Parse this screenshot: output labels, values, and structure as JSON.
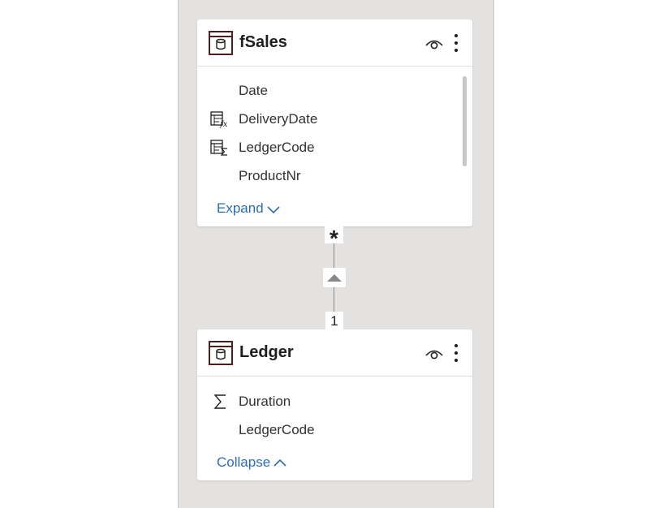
{
  "tables": [
    {
      "name": "fSales",
      "fields": [
        {
          "label": "Date",
          "icon": ""
        },
        {
          "label": "DeliveryDate",
          "icon": "calculated-column-icon"
        },
        {
          "label": "LedgerCode",
          "icon": "summarized-column-icon"
        },
        {
          "label": "ProductNr",
          "icon": ""
        }
      ],
      "toggle_label": "Expand",
      "toggle_icon": "chevron-down-icon"
    },
    {
      "name": "Ledger",
      "fields": [
        {
          "label": "Duration",
          "icon": "sigma-icon"
        },
        {
          "label": "LedgerCode",
          "icon": ""
        }
      ],
      "toggle_label": "Collapse",
      "toggle_icon": "chevron-up-icon"
    }
  ],
  "relationship": {
    "from_cardinality": "*",
    "to_cardinality": "1",
    "filter_direction_icon": "triangle-up-icon"
  },
  "colors": {
    "canvas": "#e3e2e1",
    "card": "#ffffff",
    "link": "#2b6cb5",
    "table_icon_accent": "#4a1f22",
    "text": "#323130"
  }
}
